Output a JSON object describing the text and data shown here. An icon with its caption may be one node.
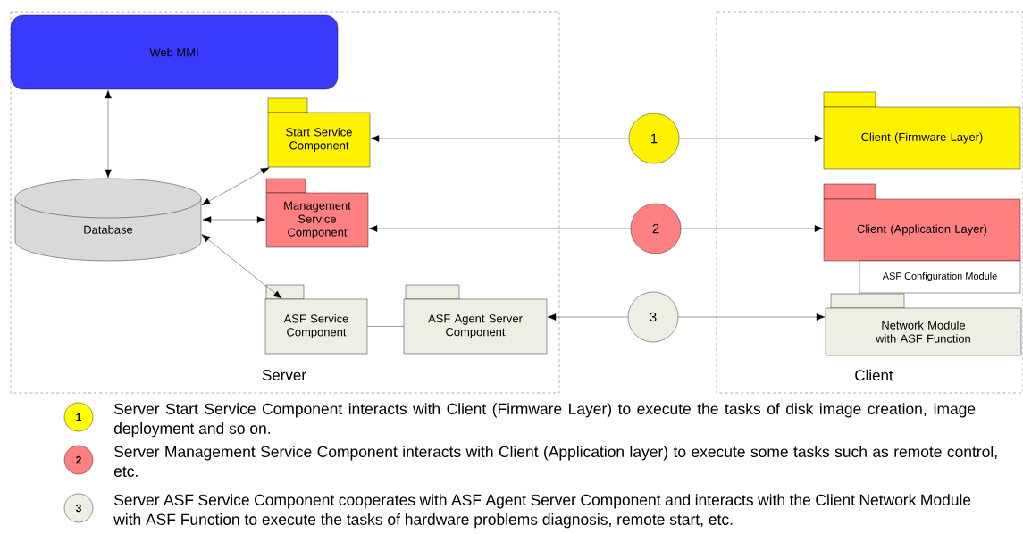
{
  "diagram": {
    "nodes": [
      {
        "text": [
          "Server"
        ]
      },
      {
        "text": [
          "Client"
        ]
      },
      {
        "text": [
          "Web MMI"
        ],
        "in": 0
      },
      {
        "text": [
          "Database"
        ],
        "in": 0
      },
      {
        "text": [
          "Start Service Component"
        ],
        "in": 0
      },
      {
        "text": [
          "Management Service Component"
        ],
        "in": 0
      },
      {
        "text": [
          "ASF Service Component"
        ],
        "in": 0
      },
      {
        "text": [
          "ASF Agent Server Component"
        ],
        "in": 0
      },
      {
        "text": [
          "1"
        ]
      },
      {
        "text": [
          "2"
        ]
      },
      {
        "text": [
          "3"
        ]
      },
      {
        "text": [
          "Client (Firmware Layer)"
        ],
        "in": 1
      },
      {
        "text": [
          "Client (Application Layer)"
        ],
        "in": 1
      },
      {
        "text": [
          "ASF Configuration Module"
        ],
        "in": 1
      },
      {
        "text": [
          "Network Module with ASF Function"
        ],
        "in": 1
      }
    ],
    "edges": [
      {
        "from": 2,
        "to": 3,
        "arrow": "both"
      },
      {
        "from": 3,
        "to": 4,
        "arrow": "both"
      },
      {
        "from": 3,
        "to": 5,
        "arrow": "both"
      },
      {
        "from": 3,
        "to": 6,
        "arrow": "both"
      },
      {
        "from": 6,
        "to": 7,
        "arrow": "none"
      },
      {
        "from": 8,
        "to": 4,
        "arrow": "to"
      },
      {
        "from": 8,
        "to": 11,
        "arrow": "to"
      },
      {
        "from": 9,
        "to": 5,
        "arrow": "to"
      },
      {
        "from": 9,
        "to": 12,
        "arrow": "to"
      },
      {
        "from": 10,
        "to": 7,
        "arrow": "to"
      },
      {
        "from": 10,
        "to": 14,
        "arrow": "to"
      }
    ],
    "labels": [
      "1",
      "2",
      "3"
    ],
    "legend": [
      {
        "text": "Server Start Service Component interacts with Client (Firmware Layer) to execute the tasks of  disk image creation, image deployment and so on.",
        "color": "#ffff00"
      },
      {
        "text": "Server Management Service Component interacts with Client (Application layer) to execute some tasks such as remote control, etc.",
        "color": "#ff8080"
      },
      {
        "text": "Server ASF Service Component cooperates with ASF Agent Server Component and interacts with the Client Network Module with ASF Function to execute the tasks of hardware problems diagnosis, remote start, etc.",
        "color": "#eeeee4"
      }
    ]
  }
}
